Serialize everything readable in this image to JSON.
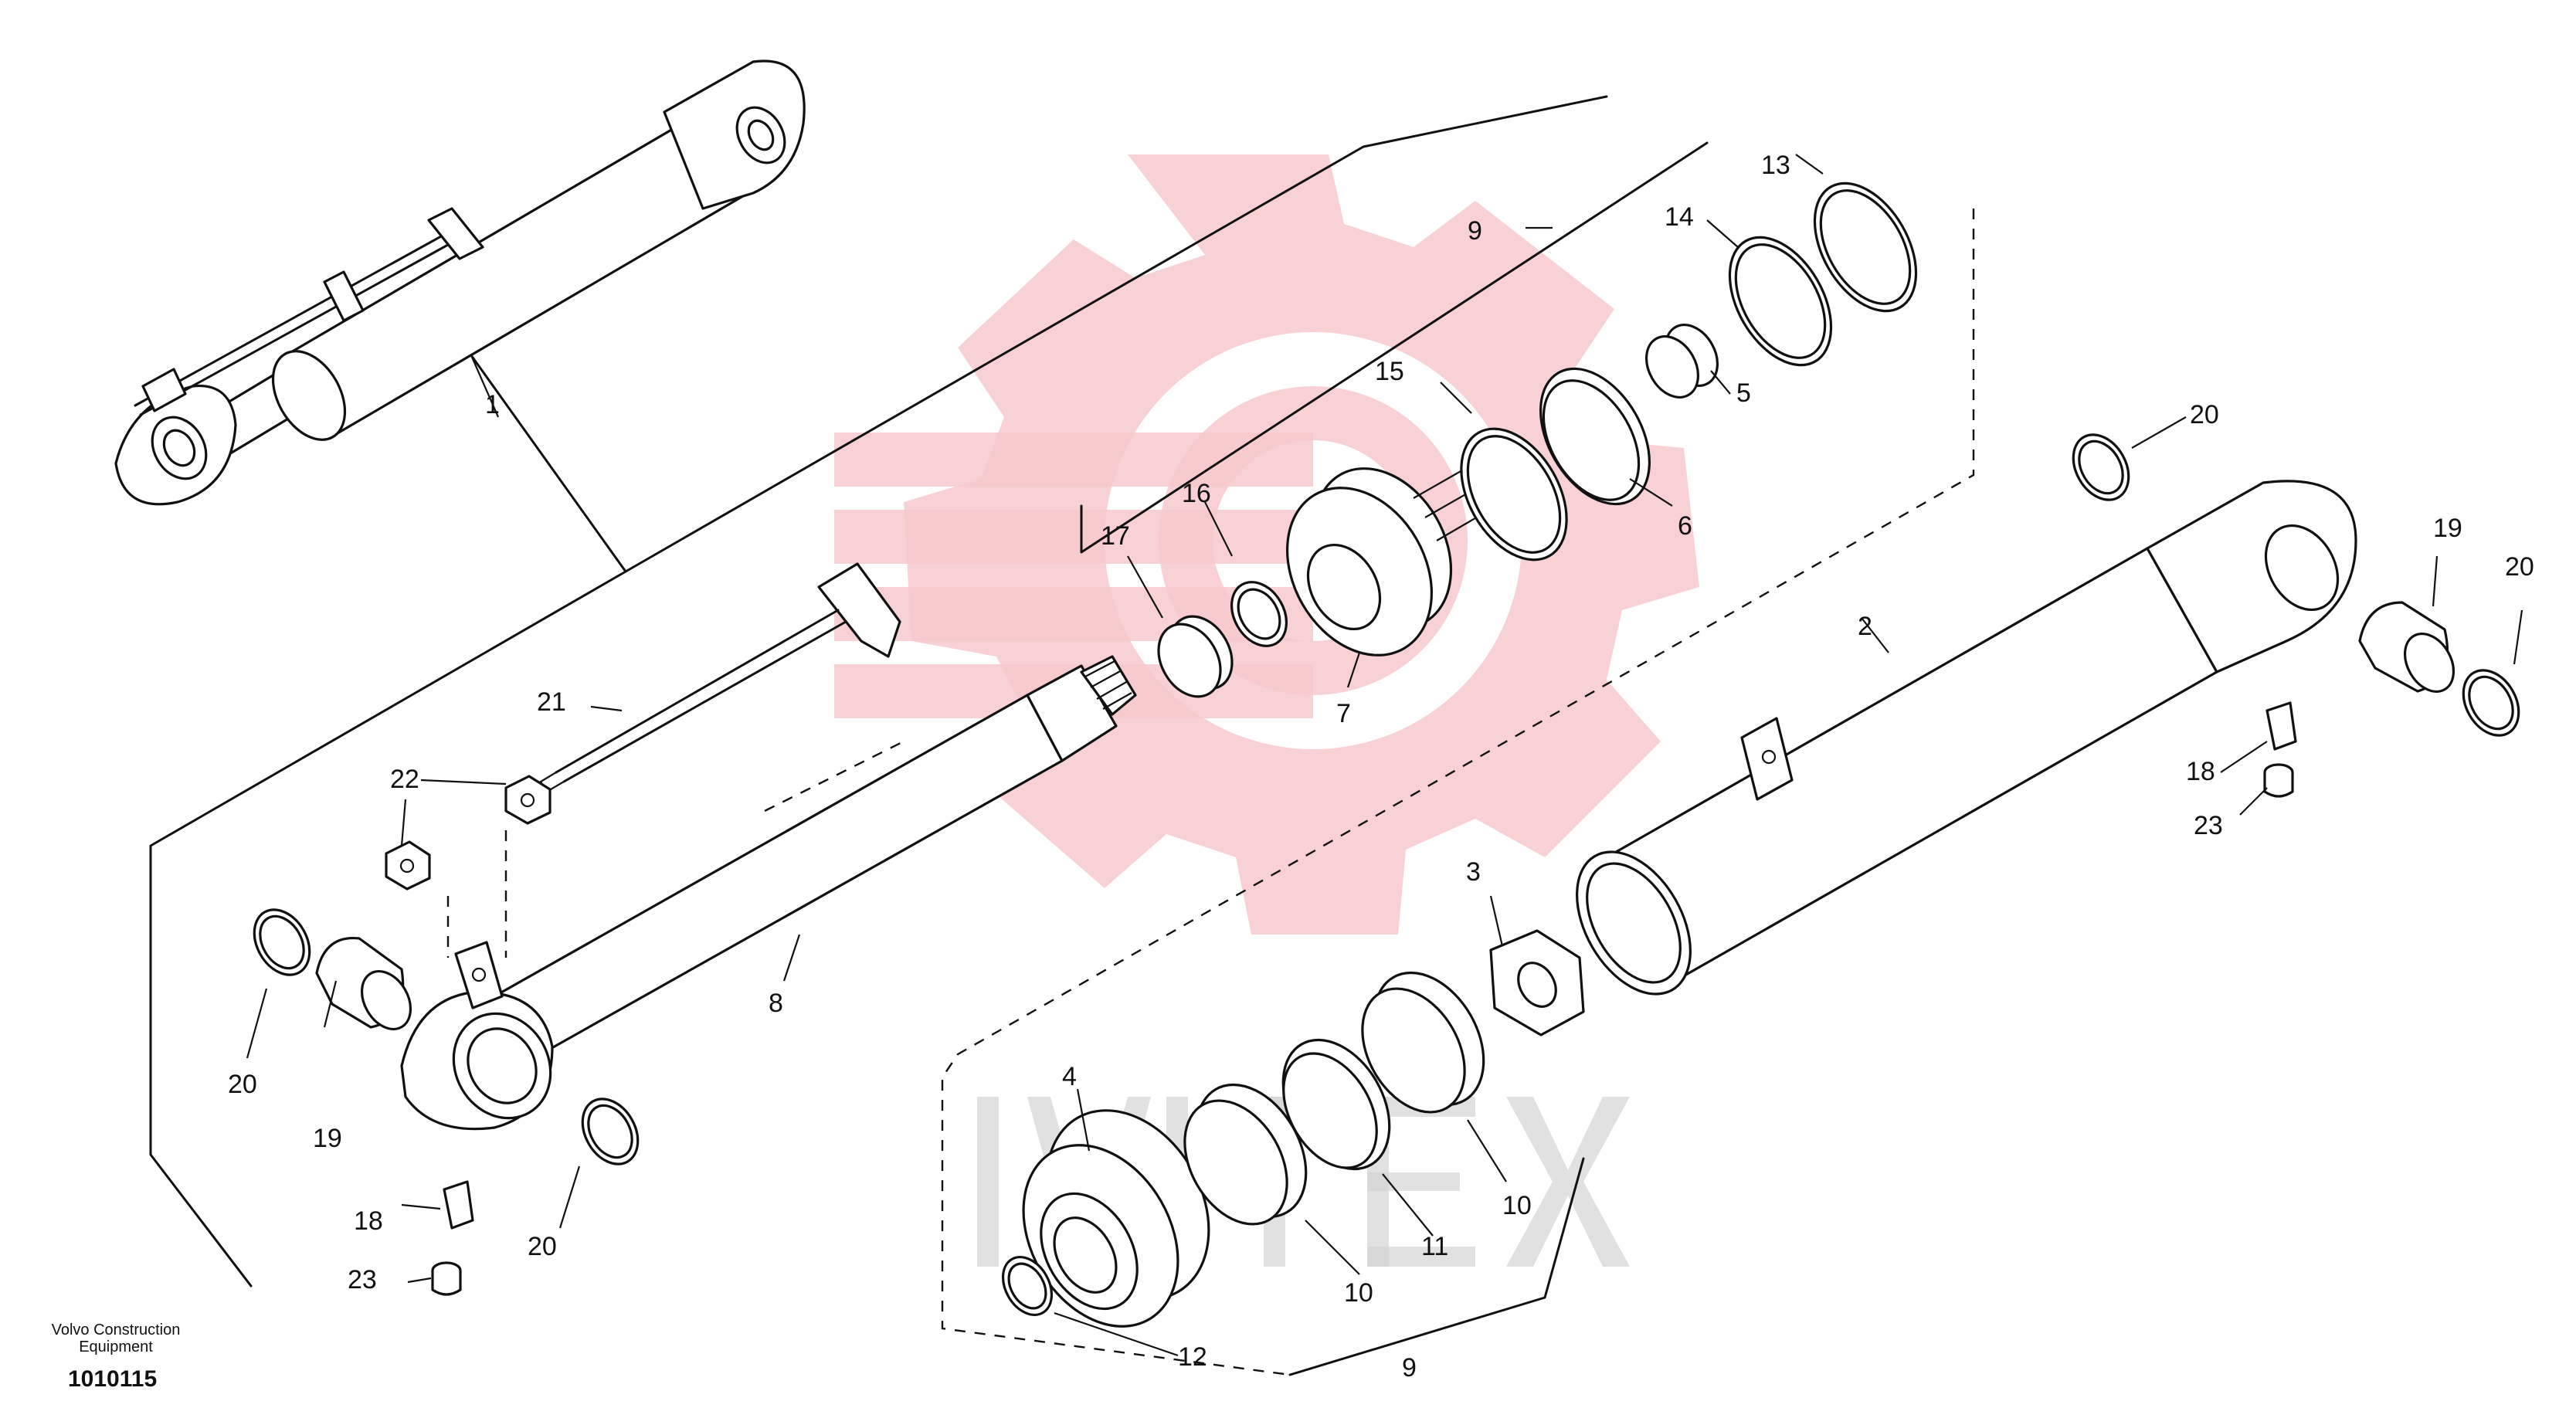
{
  "footer": {
    "brand_line1": "Volvo Construction",
    "brand_line2": "Equipment",
    "drawing_number": "1010115"
  },
  "callouts": {
    "c1": "1",
    "c2": "2",
    "c3": "3",
    "c4": "4",
    "c5": "5",
    "c6": "6",
    "c7": "7",
    "c8": "8",
    "c9a": "9",
    "c9b": "9",
    "c10a": "10",
    "c10b": "10",
    "c11": "11",
    "c12": "12",
    "c13": "13",
    "c14": "14",
    "c15": "15",
    "c16": "16",
    "c17": "17",
    "c18a": "18",
    "c18b": "18",
    "c19a": "19",
    "c19b": "19",
    "c20a": "20",
    "c20b": "20",
    "c20c": "20",
    "c20d": "20",
    "c21": "21",
    "c22": "22",
    "c23a": "23",
    "c23b": "23"
  },
  "icons": {
    "watermark": "gear-logo-watermark",
    "watermark_text": "gray-wordmark-watermark"
  },
  "colors": {
    "watermark_red": "#f7c9cc",
    "line": "#111111"
  }
}
